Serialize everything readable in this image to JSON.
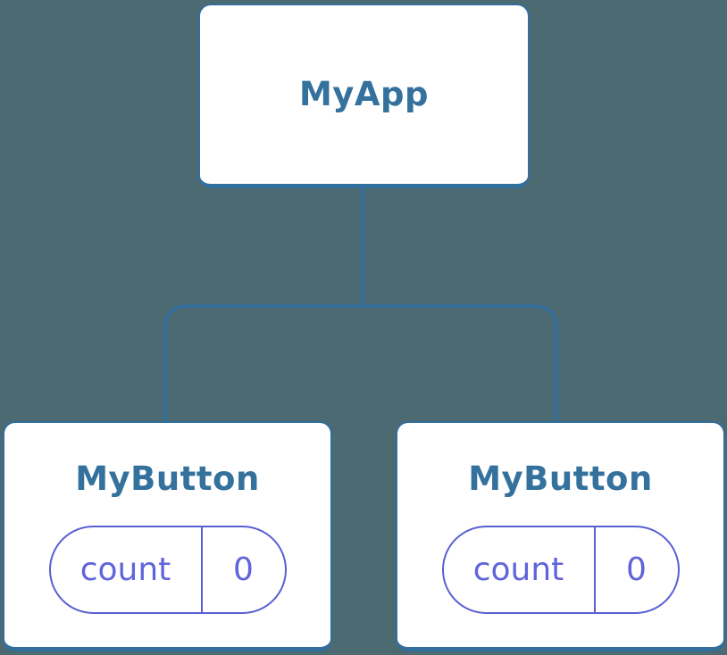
{
  "diagram": {
    "root_node": {
      "label": "MyApp"
    },
    "child_nodes": [
      {
        "title": "MyButton",
        "state_pill": {
          "key": "count",
          "value": "0"
        }
      },
      {
        "title": "MyButton",
        "state_pill": {
          "key": "count",
          "value": "0"
        }
      }
    ],
    "colors": {
      "background": "#4C6A72",
      "node_background": "#FFFFFF",
      "node_border": "#326E9E",
      "node_text": "#34719C",
      "connector_line": "#326E9E",
      "state_pill_border": "#5A5FD3",
      "state_pill_text": "#6064DB"
    }
  }
}
